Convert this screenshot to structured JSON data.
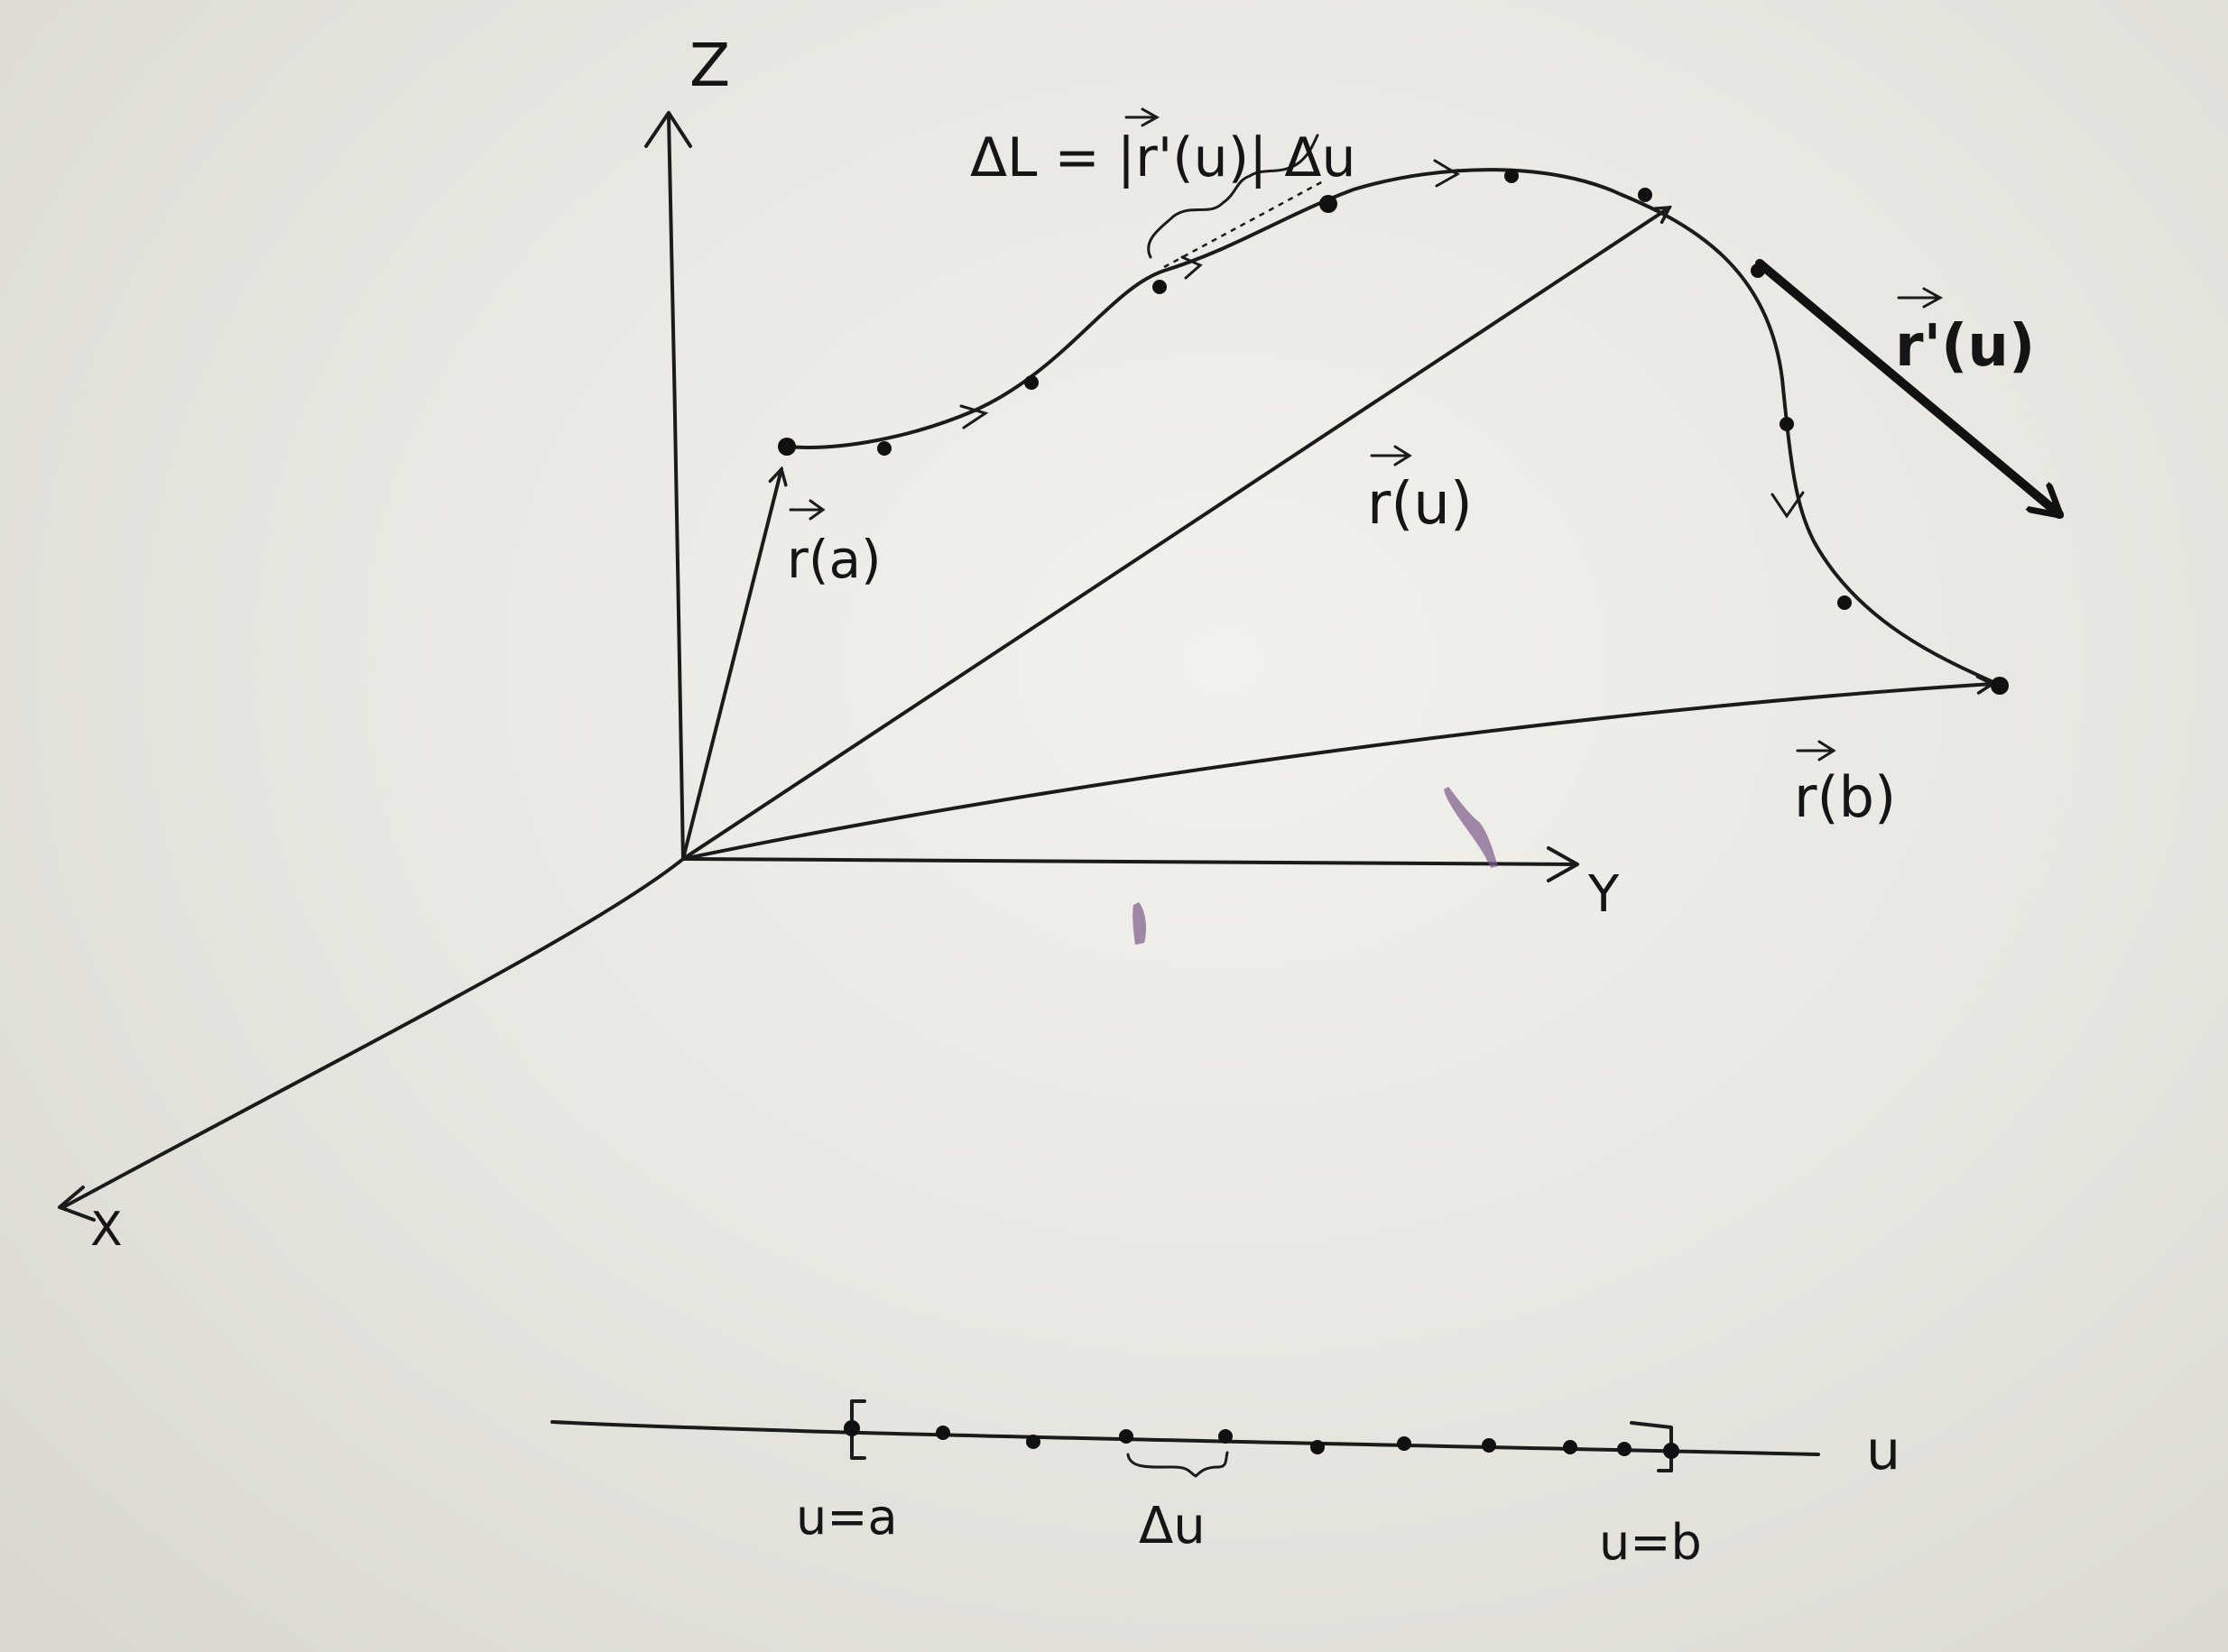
{
  "diagram": {
    "axes": {
      "z_label": "Z",
      "y_label": "Y",
      "x_label": "X"
    },
    "vectors": {
      "r_a": "r(a)",
      "r_u": "r(u)",
      "r_b": "r(b)",
      "r_prime": "r'(u)"
    },
    "arc_length_formula": "ΔL = |r'(u)| Δu",
    "parameter_line": {
      "axis_label": "u",
      "start_label": "u=a",
      "end_label": "u=b",
      "step_label": "Δu"
    }
  },
  "colors": {
    "ink": "#1b1b1b",
    "paper": "#eceae4",
    "smudge": "#7a5a8a"
  }
}
